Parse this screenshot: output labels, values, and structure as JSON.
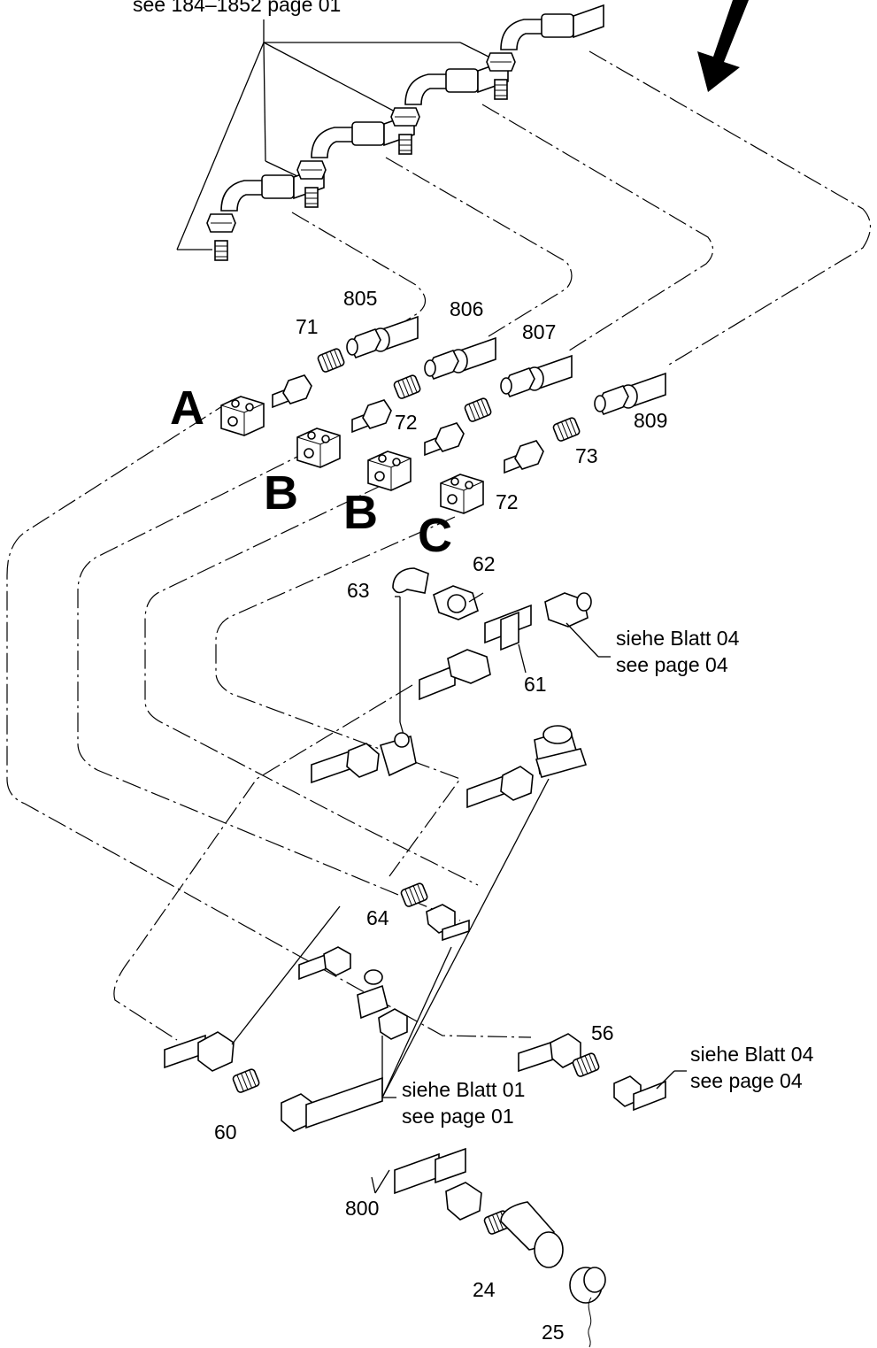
{
  "header_ref": {
    "text": "see 184–1852 page 01"
  },
  "groups": {
    "a": "A",
    "b1": "B",
    "b2": "B",
    "c": "C"
  },
  "parts": {
    "p805": "805",
    "p806": "806",
    "p807": "807",
    "p809": "809",
    "p71": "71",
    "p72a": "72",
    "p72b": "72",
    "p73": "73",
    "p63": "63",
    "p62": "62",
    "p61": "61",
    "p64": "64",
    "p56": "56",
    "p60": "60",
    "p800": "800",
    "p24": "24",
    "p25": "25"
  },
  "refs": {
    "ref04a": {
      "line1": "siehe Blatt 04",
      "line2": "see page 04"
    },
    "ref04b": {
      "line1": "siehe Blatt 04",
      "line2": "see page 04"
    },
    "ref01": {
      "line1": "siehe Blatt 01",
      "line2": "see page 01"
    }
  },
  "icons": {
    "direction": "arrow-icon"
  }
}
